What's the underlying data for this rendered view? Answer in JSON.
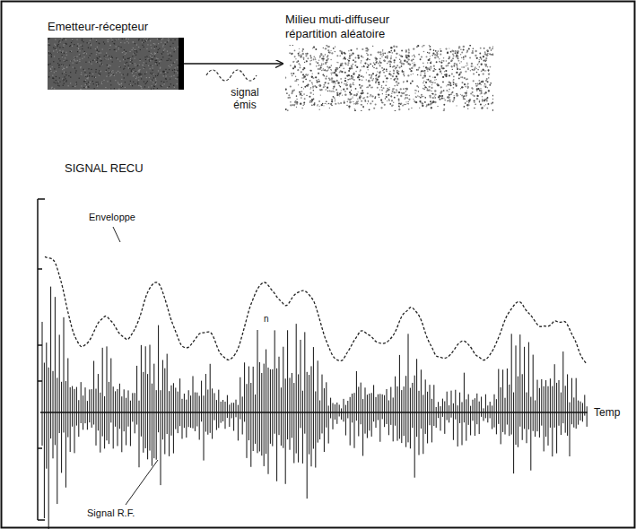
{
  "diagram": {
    "nodes": [
      {
        "text": [
          "Emetteur-récepteur"
        ]
      },
      {
        "text": [
          "Milieu muti-diffuseur répartition aléatoire"
        ]
      }
    ],
    "edges": [
      {
        "from": 0,
        "to": 1,
        "arrow": "to"
      }
    ],
    "labels": [
      "signal émis",
      "SIGNAL RECU",
      "Enveloppe",
      "n",
      "Signal R.F.",
      "Temp"
    ]
  }
}
